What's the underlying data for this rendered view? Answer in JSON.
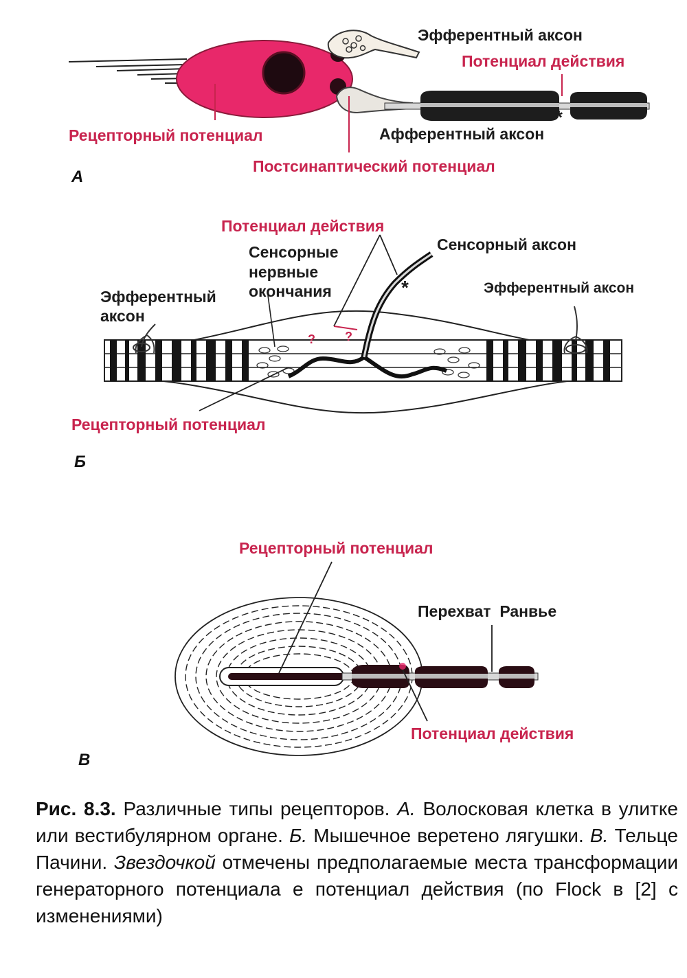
{
  "panels": {
    "a": {
      "letter": "А",
      "efferent_axon": "Эфферентный аксон",
      "action_potential": "Потенциал действия",
      "receptor_potential": "Рецепторный потенциал",
      "afferent_axon": "Афферентный аксон",
      "postsynaptic_potential": "Постсинаптический потенциал",
      "asterisk": "*"
    },
    "b": {
      "letter": "Б",
      "action_potential": "Потенциал действия",
      "sensory_endings_1": "Сенсорные",
      "sensory_endings_2": "нервные",
      "sensory_endings_3": "окончания",
      "sensory_axon": "Сенсорный аксон",
      "efferent_axon_left_1": "Эфферентный",
      "efferent_axon_left_2": "аксон",
      "efferent_axon_right": "Эфферентный аксон",
      "receptor_potential": "Рецепторный потенциал",
      "asterisk": "*",
      "question": "?"
    },
    "c": {
      "letter": "В",
      "receptor_potential": "Рецепторный потенциал",
      "node_ranvier": "Перехват  Ранвье",
      "action_potential": "Потенциал действия",
      "asterisk": "*"
    }
  },
  "caption": {
    "fig_label": "Рис. 8.3.",
    "text_1": " Различные типы рецепторов. ",
    "a_mark": "А.",
    "text_2": " Волосковая клетка в улитке или вестибулярном органе. ",
    "b_mark": "Б.",
    "text_3": " Мышечное веретено лягушки. ",
    "c_mark": "В.",
    "text_4": " Тельце Пачини. ",
    "star_word": "Звездочкой",
    "text_5": " отмечены предполагаемые места трансформации генераторного потенциала е потенциал действия (по Flock в [2] с изменениями)"
  },
  "colors": {
    "accent_red": "#c8244e",
    "cell_pink": "#e8286a",
    "ink": "#1c1c1c"
  }
}
